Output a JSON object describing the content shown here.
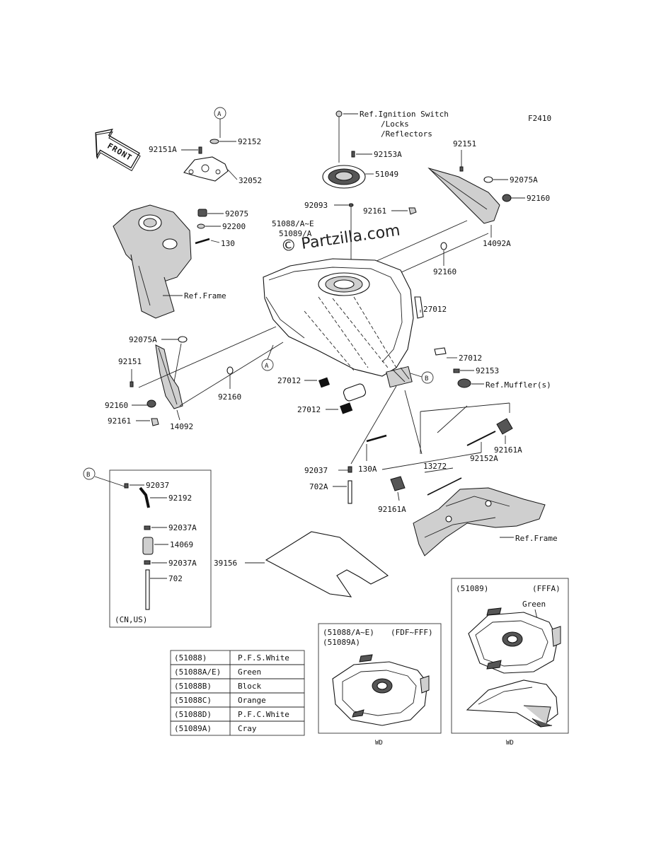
{
  "figure_code": "F2410",
  "watermark": "© Partzilla.com",
  "front_label": "FRONT",
  "callouts": {
    "circle_a_top": "A",
    "circle_a_mid": "A",
    "circle_b_right": "B",
    "circle_b_box": "B"
  },
  "labels": {
    "ref_ignition": "Ref.Ignition Switch",
    "ref_locks": "/Locks",
    "ref_reflectors": "/Reflectors",
    "ref_frame_left": "Ref.Frame",
    "ref_frame_right": "Ref.Frame",
    "ref_mufflers": "Ref.Muffler(s)",
    "p92151A": "92151A",
    "p92152": "92152",
    "p32052": "32052",
    "p92075": "92075",
    "p92200": "92200",
    "p130": "130",
    "p92153A": "92153A",
    "p51049": "51049",
    "p92093": "92093",
    "p92161_top": "92161",
    "p51088": "51088/A~E",
    "p51089": "51089/A",
    "p92151_right": "92151",
    "p92075A_right": "92075A",
    "p92160_right": "92160",
    "p14092A": "14092A",
    "p92160_mid": "92160",
    "p27012_a": "27012",
    "p27012_b": "27012",
    "p92153": "92153",
    "p92075A_left": "92075A",
    "p92151_left": "92151",
    "p92160_left": "92160",
    "p92161_left": "92161",
    "p14092": "14092",
    "p92160_center": "92160",
    "p27012_c": "27012",
    "p27012_d": "27012",
    "p92161A_right": "92161A",
    "p92152A": "92152A",
    "p92037": "92037",
    "p130A": "130A",
    "p13272": "13272",
    "p702A": "702A",
    "p92161A_left": "92161A",
    "p39156": "39156"
  },
  "hose_box": {
    "items": [
      "92037",
      "92192",
      "92037A",
      "14069",
      "92037A",
      "702"
    ],
    "note": "(CN,US)"
  },
  "color_table": [
    {
      "code": "(51088)",
      "color": "P.F.S.White"
    },
    {
      "code": "(51088A/E)",
      "color": "Green"
    },
    {
      "code": "(51088B)",
      "color": "Block"
    },
    {
      "code": "(51088C)",
      "color": "Orange"
    },
    {
      "code": "(51088D)",
      "color": "P.F.C.White"
    },
    {
      "code": "(51089A)",
      "color": "Cray"
    }
  ],
  "variant_box_1": {
    "title_line1": "(51088/A~E)",
    "title_line2": "(51089A)",
    "range": "(FDF~FFF)",
    "footer": "WD"
  },
  "variant_box_2": {
    "title": "(51089)",
    "range": "(FFFA)",
    "color": "Green",
    "footer": "WD"
  }
}
